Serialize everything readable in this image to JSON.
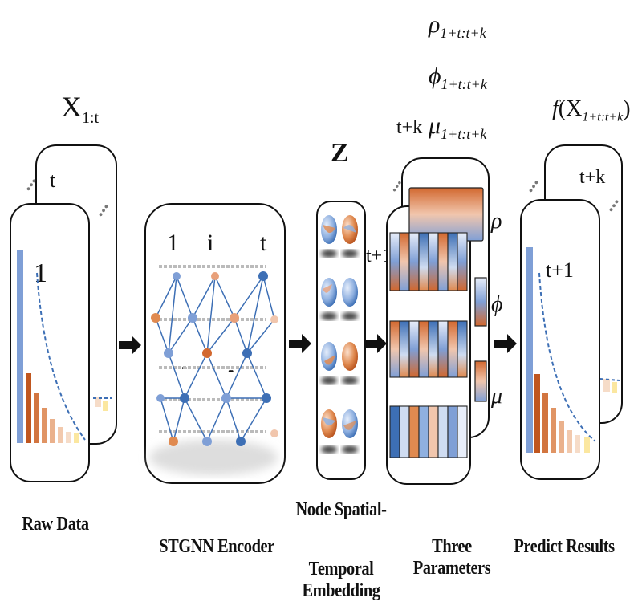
{
  "headers": {
    "raw_x_symbol": "X",
    "raw_x_sub": "1:t",
    "z_symbol": "Z",
    "rho": "ρ",
    "rho_sub": "1+t:t+k",
    "phi": "ϕ",
    "phi_sub": "1+t:t+k",
    "mu": "μ",
    "mu_sub": "1+t:t+k",
    "pred_symbol": "f",
    "pred_arg": "(X",
    "pred_sub": "1+t:t+k",
    "pred_close": ")"
  },
  "raw_data": {
    "front_index": "1",
    "back_index": "t",
    "dots": "..."
  },
  "encoder": {
    "col_labels": [
      "1",
      "i",
      "t"
    ],
    "ellipsis_1": "...",
    "ellipsis_2": "..."
  },
  "params": {
    "front_index": "t+1",
    "back_index": "t+k",
    "side_rho": "ρ",
    "side_phi": "ϕ",
    "side_mu": "μ"
  },
  "predict": {
    "front_index": "t+1",
    "back_index": "t+k"
  },
  "captions": {
    "raw_data": "Raw Data",
    "encoder": "STGNN Encoder",
    "embedding_line1": "Node Spatial-",
    "embedding_line2": "Temporal Embedding",
    "params": "Three Parameters",
    "predict": "Predict Results"
  },
  "colors": {
    "blue": "#7f9fd6",
    "dark_blue": "#3d6fb5",
    "orange": "#c8642a",
    "light_orange": "#e8a07a",
    "peach": "#f1c6ad",
    "pale": "#f7e3d6",
    "yellow": "#fbe7a0"
  }
}
